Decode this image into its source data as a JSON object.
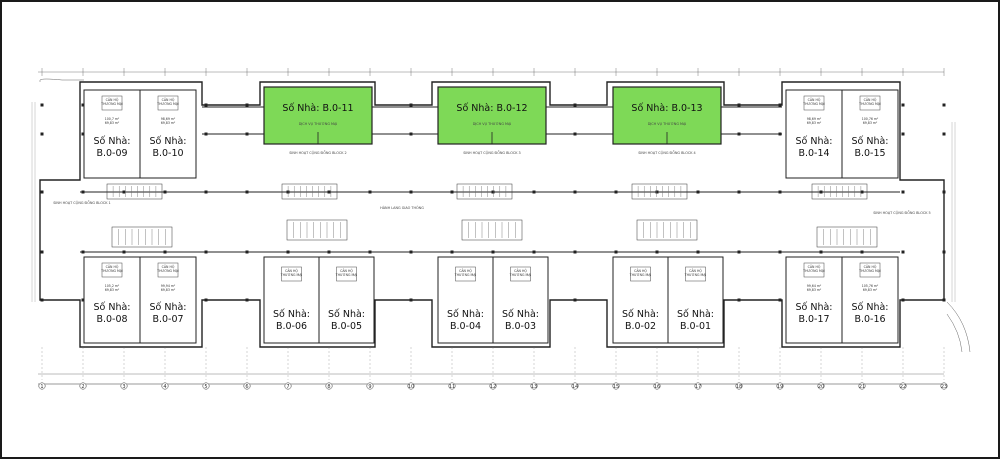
{
  "colors": {
    "highlight": "#7ed957",
    "line": "#222222",
    "frame": "#1a1a1a"
  },
  "units_top": [
    {
      "id": "B.0-11",
      "label": "Số Nhà: B.0-11",
      "highlighted": true,
      "sub": "DỊCH VỤ THƯƠNG MẠI",
      "caption": "SINH HOẠT CỘNG ĐỒNG BLOCK 2"
    },
    {
      "id": "B.0-12",
      "label": "Số Nhà: B.0-12",
      "highlighted": true,
      "sub": "DỊCH VỤ THƯƠNG MẠI",
      "caption": "SINH HOẠT CỘNG ĐỒNG BLOCK 3"
    },
    {
      "id": "B.0-13",
      "label": "Số Nhà: B.0-13",
      "highlighted": true,
      "sub": "DỊCH VỤ THƯƠNG MẠI",
      "caption": "SINH HOẠT CỘNG ĐỒNG BLOCK 4"
    }
  ],
  "units_left_top": [
    {
      "line1": "Số Nhà:",
      "line2": "B.0-09",
      "area1": "100,7 m²",
      "area2": "69,83 m²"
    },
    {
      "line1": "Số Nhà:",
      "line2": "B.0-10",
      "area1": "98,69 m²",
      "area2": "69,83 m²"
    }
  ],
  "units_left_bottom": [
    {
      "line1": "Số Nhà:",
      "line2": "B.0-08",
      "area1": "105,2 m²",
      "area2": "69,83 m²"
    },
    {
      "line1": "Số Nhà:",
      "line2": "B.0-07",
      "area1": "99,94 m²",
      "area2": "69,83 m²"
    }
  ],
  "units_right_top": [
    {
      "line1": "Số Nhà:",
      "line2": "B.0-14",
      "area1": "98,69 m²",
      "area2": "69,83 m²"
    },
    {
      "line1": "Số Nhà:",
      "line2": "B.0-15",
      "area1": "100,76 m²",
      "area2": "69,83 m²"
    }
  ],
  "units_right_bottom": [
    {
      "line1": "Số Nhà:",
      "line2": "B.0-17",
      "area1": "99,64 m²",
      "area2": "69,83 m²"
    },
    {
      "line1": "Số Nhà:",
      "line2": "B.0-16",
      "area1": "105,76 m²",
      "area2": "69,83 m²"
    }
  ],
  "units_mid": [
    {
      "line1": "Số Nhà:",
      "line2": "B.0-06"
    },
    {
      "line1": "Số Nhà:",
      "line2": "B.0-05"
    },
    {
      "line1": "Số Nhà:",
      "line2": "B.0-04"
    },
    {
      "line1": "Số Nhà:",
      "line2": "B.0-03"
    },
    {
      "line1": "Số Nhà:",
      "line2": "B.0-02"
    },
    {
      "line1": "Số Nhà:",
      "line2": "B.0-01"
    }
  ],
  "unit_tags": {
    "tag1": "CĂN HỘ",
    "tag2": "THƯƠNG MẠI"
  },
  "corridor_notes": [
    "SINH HOẠT CỘNG ĐỒNG BLOCK 1",
    "HÀNH LANG GIAO THÔNG",
    "SINH HOẠT CỘNG ĐỒNG BLOCK 5"
  ],
  "axis_labels": [
    "1",
    "2",
    "3",
    "4",
    "5",
    "6",
    "7",
    "8",
    "9",
    "10",
    "11",
    "12",
    "13",
    "14",
    "15",
    "16",
    "17",
    "18",
    "19",
    "20",
    "21",
    "22",
    "23"
  ]
}
